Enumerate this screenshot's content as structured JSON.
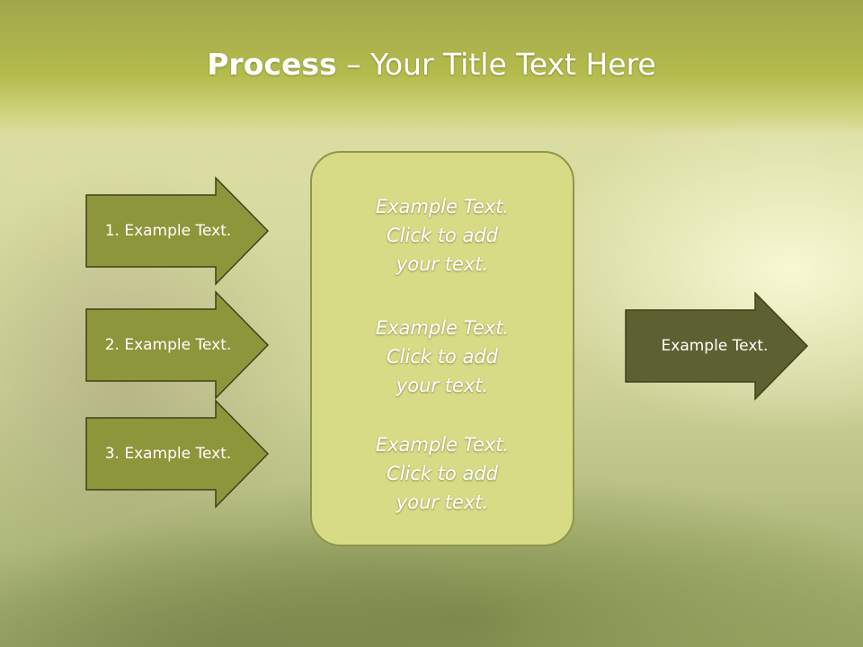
{
  "header": {
    "title_bold": "Process",
    "title_rest": " – Your Title Text Here"
  },
  "left_arrows": [
    {
      "label": "1. Example Text."
    },
    {
      "label": "2. Example Text."
    },
    {
      "label": "3. Example Text."
    }
  ],
  "center": {
    "items": [
      {
        "lines": [
          "Example Text.",
          "Click  to add",
          "your text."
        ]
      },
      {
        "lines": [
          "Example Text.",
          "Click  to add",
          "your text."
        ]
      },
      {
        "lines": [
          "Example Text.",
          "Click  to add",
          "your text."
        ]
      }
    ]
  },
  "right_arrow": {
    "label": "Example Text."
  },
  "colors": {
    "left_arrow_fill": "#8e963b",
    "right_arrow_fill": "#5d6131",
    "arrow_stroke": "#3e4219",
    "center_fill": "#d8db86",
    "header_fill": "#b4bb4c"
  }
}
